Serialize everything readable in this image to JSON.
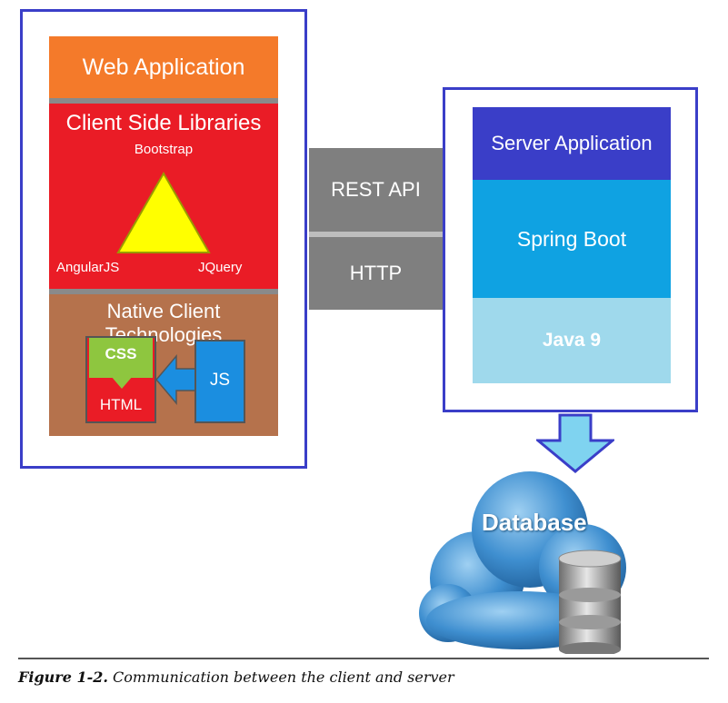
{
  "client": {
    "web_application": "Web Application",
    "client_side_libraries": "Client Side Libraries",
    "bootstrap": "Bootstrap",
    "angularjs": "AngularJS",
    "jquery": "JQuery",
    "native_client_technologies": "Native Client Technologies",
    "css": "CSS",
    "html": "HTML",
    "js": "JS"
  },
  "connector": {
    "rest_api": "REST API",
    "http": "HTTP"
  },
  "server": {
    "server_application": "Server Application",
    "spring_boot": "Spring Boot",
    "java": "Java 9"
  },
  "database": {
    "label": "Database"
  },
  "caption": {
    "number": "Figure 1-2.",
    "text": "Communication between the client and server"
  },
  "colors": {
    "frame_border": "#3a3ec8",
    "web_application": "#f47a2a",
    "client_side_libraries": "#ea1c26",
    "native_client": "#b5724c",
    "triangle": "#ffff00",
    "css": "#8ec63f",
    "js": "#1b8ee0",
    "connector": "#7f7f7f",
    "server_application": "#3a3ec8",
    "spring_boot": "#0fa2e2",
    "java": "#9fd9ec",
    "db_arrow": "#7fd3f0"
  },
  "icons": [
    "triangle-shape",
    "left-arrow-icon",
    "down-arrow-icon",
    "database-cloud-icon",
    "database-cylinder-icon"
  ]
}
